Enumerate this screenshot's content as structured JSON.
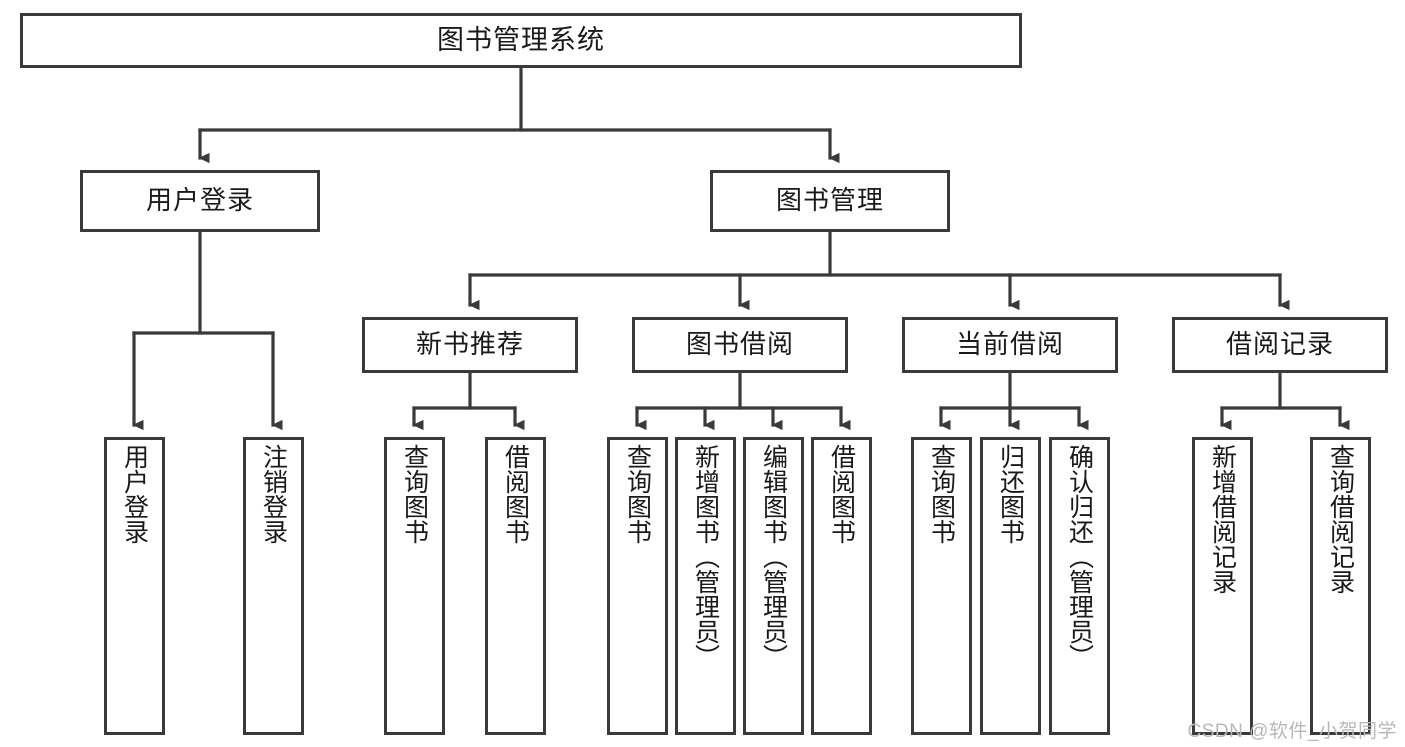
{
  "diagram": {
    "type": "tree-hierarchy-chart",
    "title_label": "图书管理系统",
    "levels": 4,
    "colors": {
      "box_border": "#3a3a3a",
      "box_fill": "#ffffff",
      "connector": "#3a3a3a",
      "text": "#1a1a1a",
      "watermark": "#b8b8b8",
      "background": "#ffffff"
    },
    "root": {
      "label": "图书管理系统"
    },
    "level2": [
      {
        "id": "user-login",
        "label": "用户登录"
      },
      {
        "id": "book-management",
        "label": "图书管理"
      }
    ],
    "level3": [
      {
        "id": "new-book-recommend",
        "label": "新书推荐",
        "parent": "book-management"
      },
      {
        "id": "book-borrow",
        "label": "图书借阅",
        "parent": "book-management"
      },
      {
        "id": "current-borrow",
        "label": "当前借阅",
        "parent": "book-management"
      },
      {
        "id": "borrow-record",
        "label": "借阅记录",
        "parent": "book-management"
      }
    ],
    "leaves": {
      "user_login": [
        {
          "id": "leaf-user-login",
          "label": "用户登录"
        },
        {
          "id": "leaf-user-logout",
          "label": "注销登录"
        }
      ],
      "new_book_recommend": [
        {
          "id": "leaf-query-book-1",
          "label": "查询图书"
        },
        {
          "id": "leaf-borrow-book-1",
          "label": "借阅图书"
        }
      ],
      "book_borrow": [
        {
          "id": "leaf-query-book-2",
          "label": "查询图书"
        },
        {
          "id": "leaf-add-book",
          "label": "新增图书（管理员）"
        },
        {
          "id": "leaf-edit-book",
          "label": "编辑图书（管理员）"
        },
        {
          "id": "leaf-borrow-book-2",
          "label": "借阅图书"
        }
      ],
      "current_borrow": [
        {
          "id": "leaf-query-book-3",
          "label": "查询图书"
        },
        {
          "id": "leaf-return-book",
          "label": "归还图书"
        },
        {
          "id": "leaf-confirm-return",
          "label": "确认归还（管理员）"
        }
      ],
      "borrow_record": [
        {
          "id": "leaf-add-record",
          "label": "新增借阅记录"
        },
        {
          "id": "leaf-query-record",
          "label": "查询借阅记录"
        }
      ]
    }
  },
  "watermark": {
    "text": "CSDN @软件_小贺同学"
  }
}
